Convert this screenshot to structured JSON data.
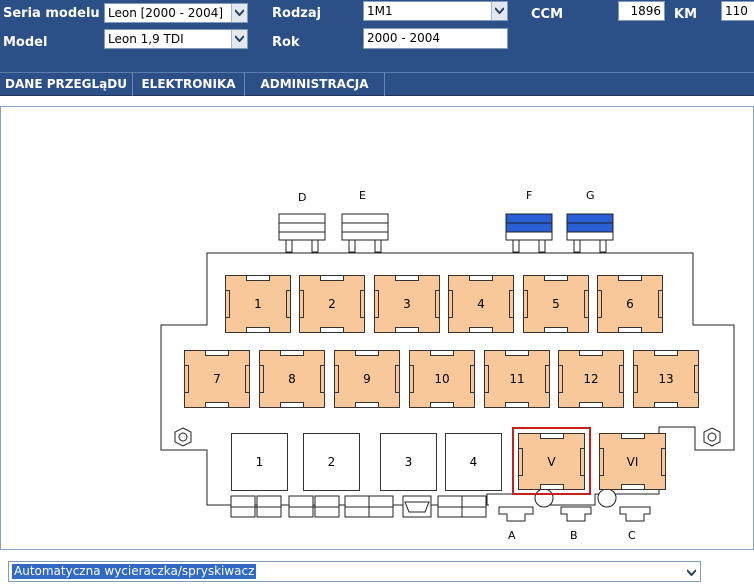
{
  "header": {
    "seria_label": "Seria modelu",
    "seria_value": "Leon [2000 - 2004]",
    "rodzaj_label": "Rodzaj",
    "rodzaj_value": "1M1",
    "ccm_label": "CCM",
    "ccm_value": "1896",
    "km_label": "KM",
    "km_value": "110",
    "model_label": "Model",
    "model_value": "Leon 1,9 TDI",
    "rok_label": "Rok",
    "rok_value": "2000 - 2004"
  },
  "menu": {
    "items": [
      "DANE PRZEGLąDU",
      "ELEKTRONIKA",
      "ADMINISTRACJA"
    ]
  },
  "diagram": {
    "top_connectors": [
      "D",
      "E",
      "F",
      "G"
    ],
    "row1": [
      "1",
      "2",
      "3",
      "4",
      "5",
      "6"
    ],
    "row2": [
      "7",
      "8",
      "9",
      "10",
      "11",
      "12",
      "13"
    ],
    "white_relays": [
      "1",
      "2",
      "3",
      "4"
    ],
    "orange_relays": [
      "V",
      "VI"
    ],
    "selected_relay": "V",
    "bottom_labels": [
      "A",
      "B",
      "C"
    ]
  },
  "bottom_select": {
    "value": "Automatyczna wycieraczka/spryskiwacz"
  },
  "colors": {
    "header_bg": "#2c4f87",
    "fuse_fill": "#f9c89a",
    "blue_connector": "#2a5fd6",
    "selection_red": "#c81e1e"
  }
}
